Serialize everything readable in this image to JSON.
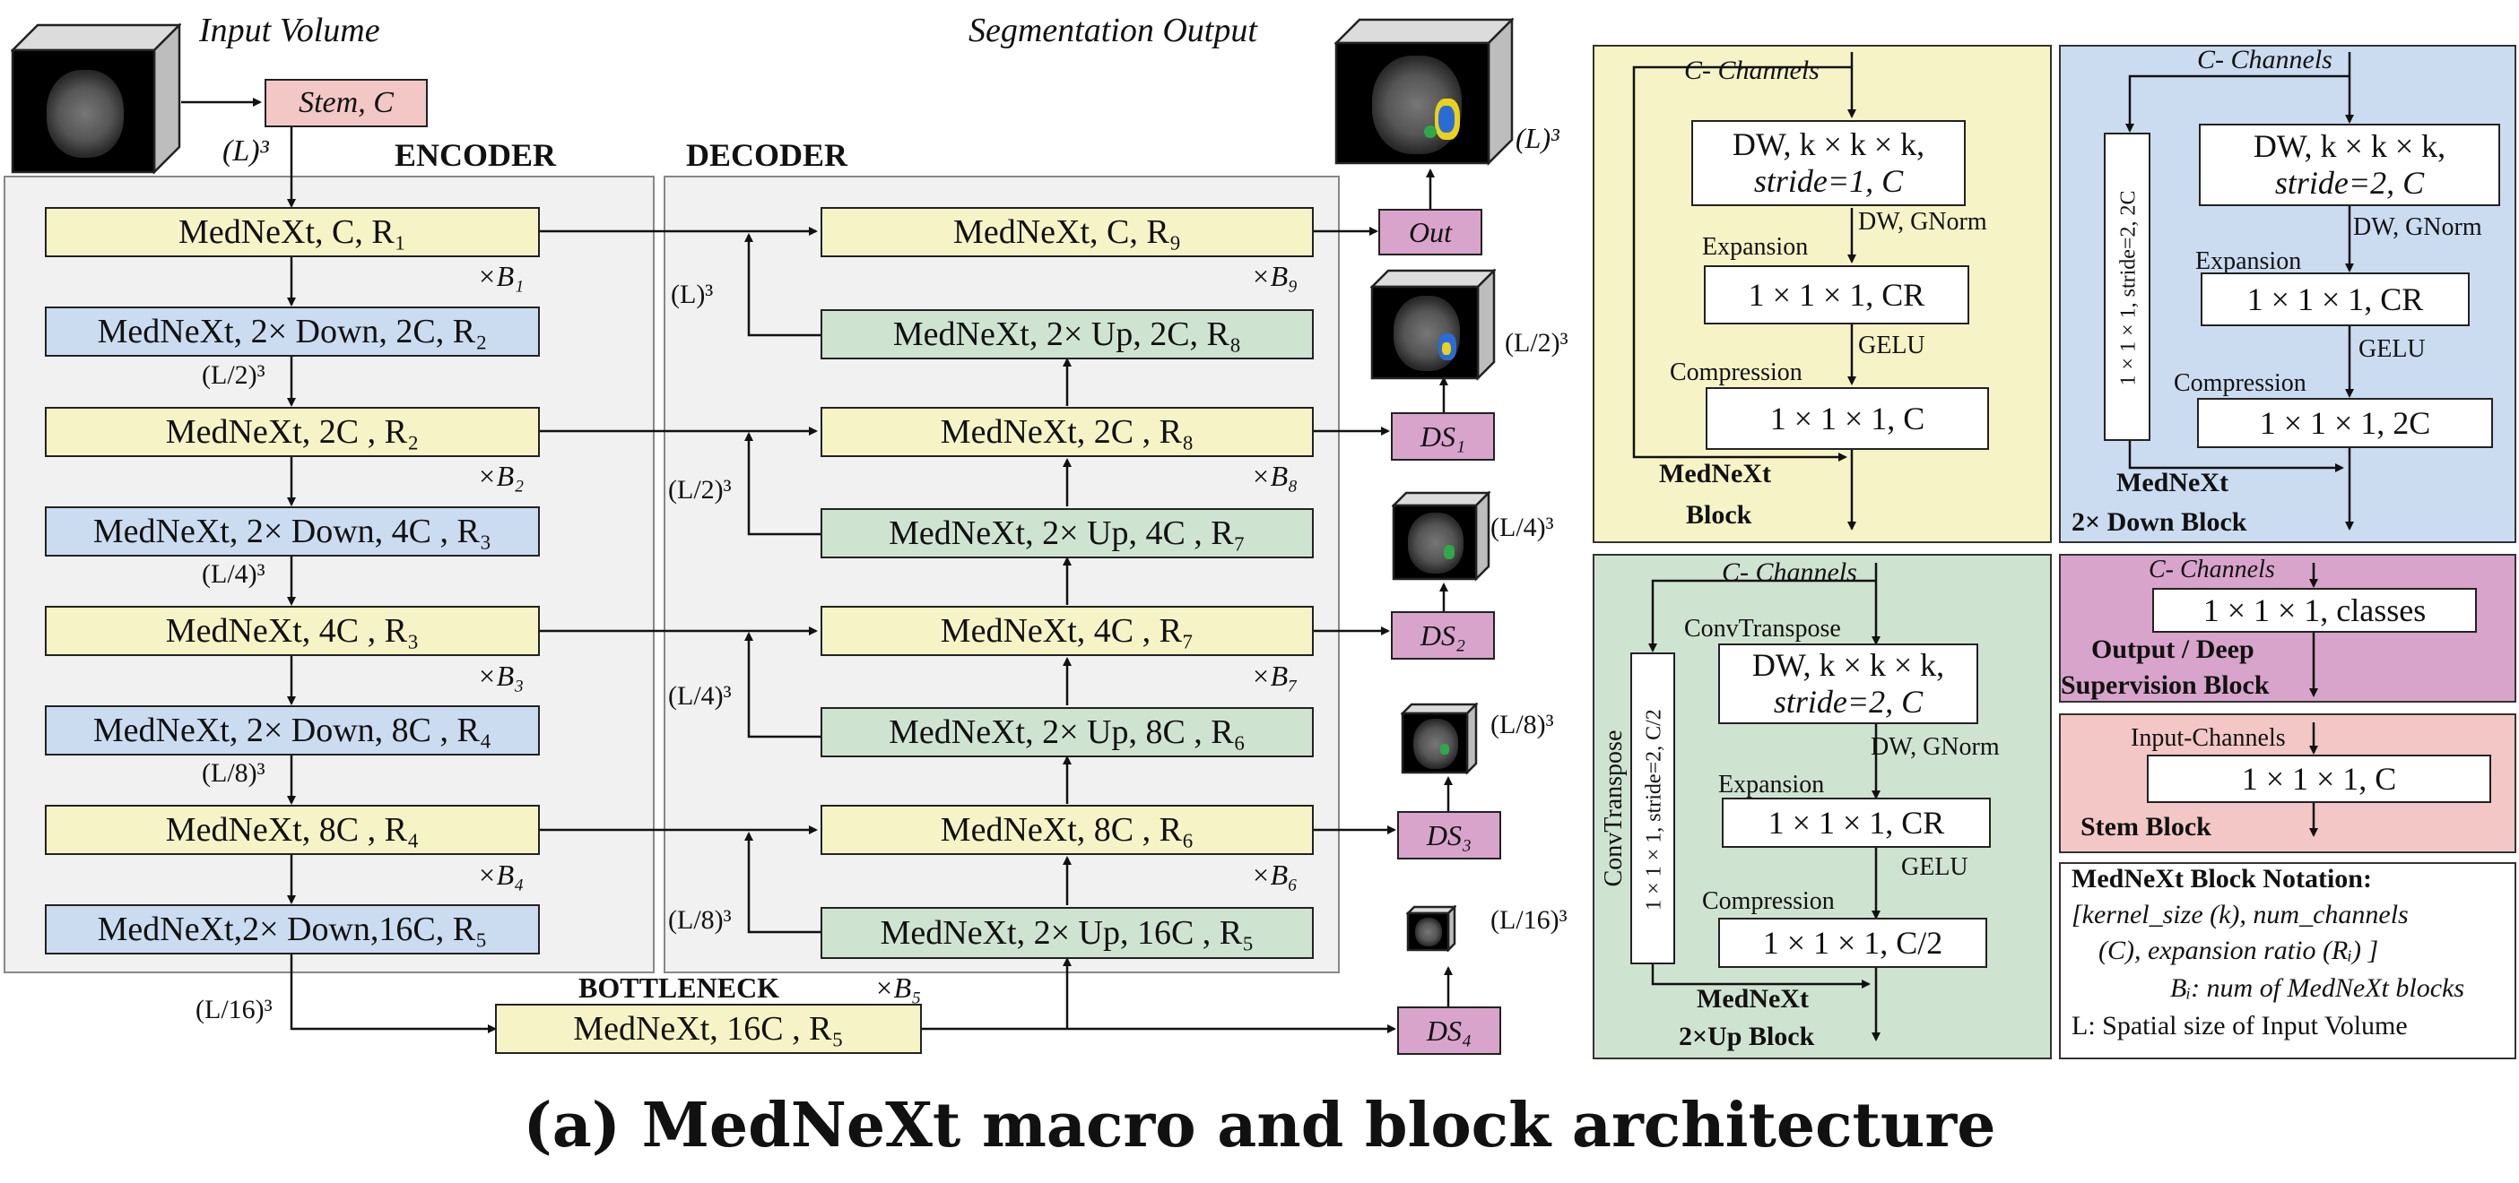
{
  "title": "(a) MedNeXt macro and block architecture",
  "section_labels": {
    "input_volume": "Input Volume",
    "segmentation_output": "Segmentation Output",
    "encoder": "ENCODER",
    "decoder": "DECODER",
    "bottleneck": "BOTTLENECK"
  },
  "stem": "Stem, C",
  "out": "Out",
  "encoder_blocks": [
    "MedNeXt, C, R₁",
    "MedNeXt, 2× Down,  2C, R₂",
    "MedNeXt, 2C , R₂",
    "MedNeXt, 2× Down, 4C , R₃",
    "MedNeXt, 4C , R₃",
    "MedNeXt, 2× Down, 8C , R₄",
    "MedNeXt, 8C , R₄",
    "MedNeXt,2× Down,16C, R₅"
  ],
  "decoder_blocks": [
    "MedNeXt, C, R₉",
    "MedNeXt, 2× Up,  2C, R₈",
    "MedNeXt, 2C , R₈",
    "MedNeXt, 2× Up, 4C , R₇",
    "MedNeXt, 4C , R₇",
    "MedNeXt, 2× Up, 8C , R₆",
    "MedNeXt, 8C , R₆",
    "MedNeXt, 2× Up, 16C , R₅"
  ],
  "bottleneck_block": "MedNeXt, 16C , R₅",
  "repeat_labels": {
    "b1": "×B₁",
    "b2": "×B₂",
    "b3": "×B₃",
    "b4": "×B₄",
    "b5": "×B₅",
    "b6": "×B₆",
    "b7": "×B₇",
    "b8": "×B₈",
    "b9": "×B₉"
  },
  "deep_supervision": [
    "DS₁",
    "DS₂",
    "DS₃",
    "DS₄"
  ],
  "sizes": {
    "l3": "(L)³",
    "l2": "(L/2)³",
    "l4": "(L/4)³",
    "l8": "(L/8)³",
    "l16": "(L/16)³"
  },
  "block_panels": {
    "mednext": {
      "channels": "C- Channels",
      "dw": "DW, k × k × k,",
      "dw2": "stride=1, C",
      "dw_label": "DW, GNorm",
      "expansion": "Expansion",
      "exp_box": "1 × 1 × 1, CR",
      "gelu": "GELU",
      "compression": "Compression",
      "comp_box": "1 × 1 × 1, C",
      "name1": "MedNeXt",
      "name2": "Block"
    },
    "down": {
      "channels": "C- Channels",
      "dw": "DW, k × k × k,",
      "dw2": "stride=2, C",
      "dw_label": "DW, GNorm",
      "expansion": "Expansion",
      "exp_box": "1 × 1 × 1, CR",
      "gelu": "GELU",
      "compression": "Compression",
      "comp_box": "1 × 1 × 1, 2C",
      "side": "1 × 1 × 1, stride=2, 2C",
      "name1": "MedNeXt",
      "name2": "2× Down Block"
    },
    "up": {
      "channels": "C- Channels",
      "convt": "ConvTranspose",
      "dw": "DW, k × k × k,",
      "dw2": "stride=2, C",
      "dw_label": "DW, GNorm",
      "expansion": "Expansion",
      "exp_box": "1 × 1 × 1, CR",
      "gelu": "GELU",
      "compression": "Compression",
      "comp_box": "1 × 1 × 1, C/2",
      "side": "1 × 1 × 1, stride=2, C/2",
      "side_label": "ConvTranspose",
      "name1": "MedNeXt",
      "name2": "2×Up Block"
    },
    "output": {
      "channels": "C- Channels",
      "box": "1 × 1 × 1, classes",
      "name1": "Output / Deep",
      "name2": "Supervision Block"
    },
    "stem": {
      "channels": "Input-Channels",
      "box": "1 × 1 × 1, C",
      "name": "Stem Block"
    }
  },
  "notation": {
    "heading": "MedNeXt Block Notation:",
    "line1": "[kernel_size (k), num_channels",
    "line2": "(C), expansion ratio (Rᵢ) ]",
    "line3": "Bᵢ: num of MedNeXt blocks",
    "line4": "L: Spatial size of Input Volume"
  },
  "colors": {
    "yellow": "#f6f4c6",
    "blue": "#cbdcf1",
    "green": "#cfe3d1",
    "pink": "#f2c7c5",
    "purple": "#d8a4cb"
  }
}
